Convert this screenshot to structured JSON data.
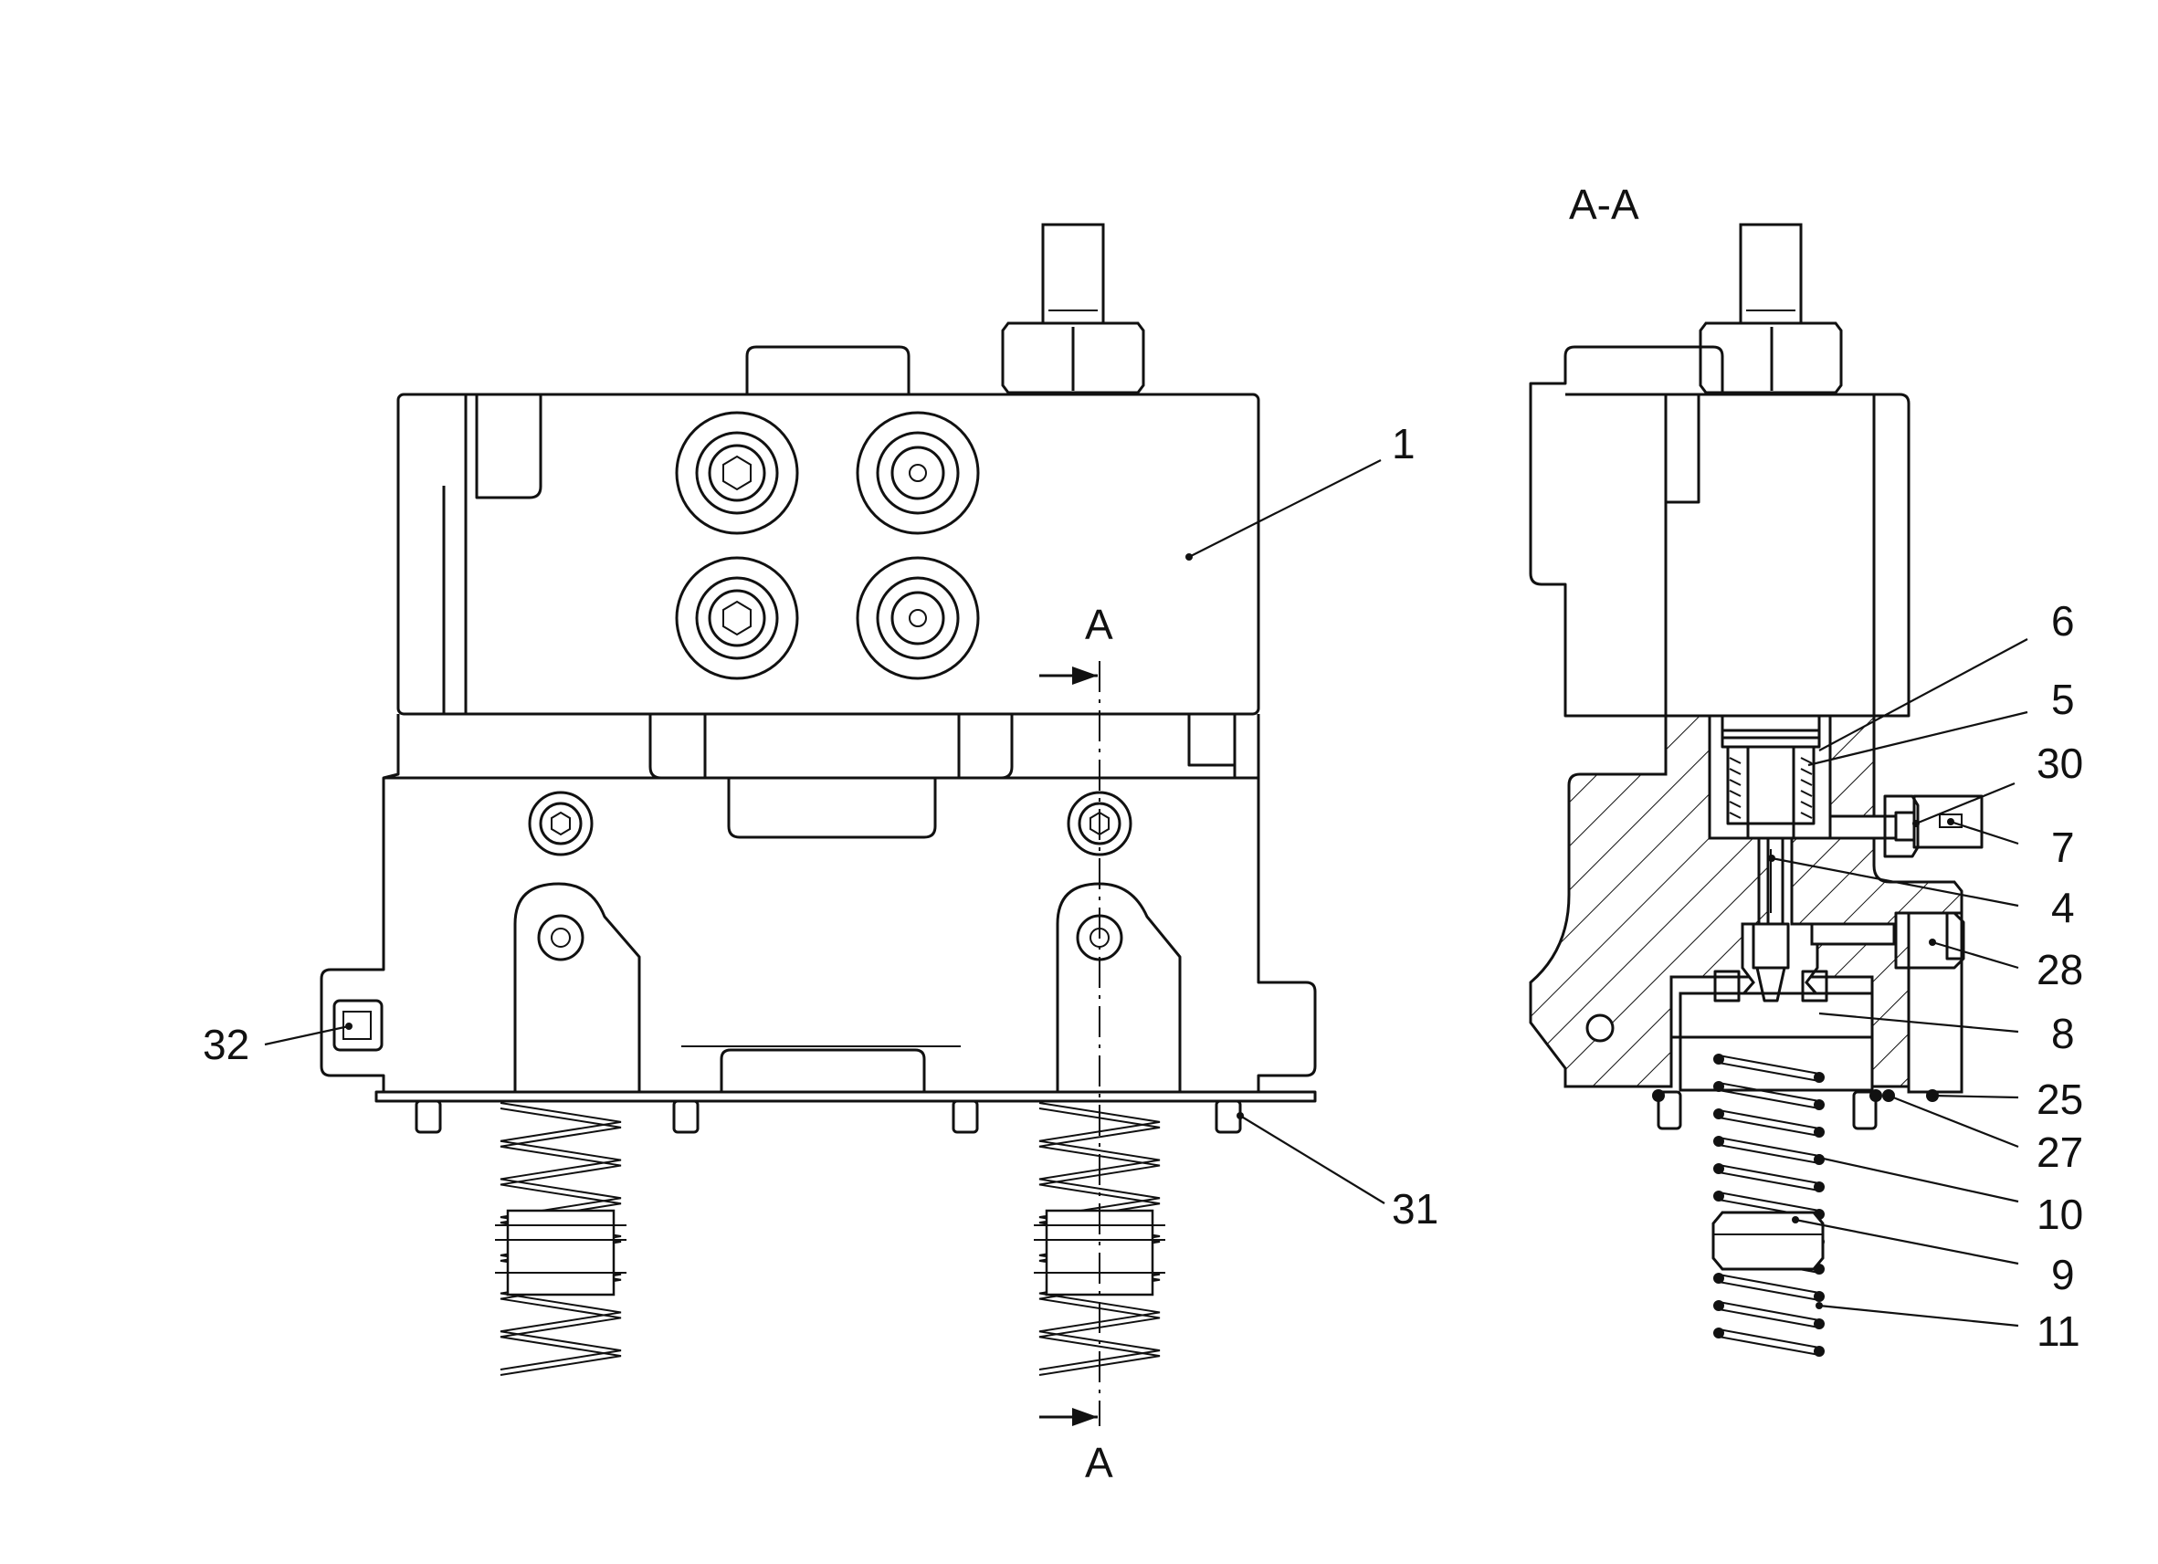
{
  "section_title": "A-A",
  "section_markers": {
    "top": "A",
    "bottom": "A"
  },
  "callouts": [
    {
      "id": "c1",
      "text": "1"
    },
    {
      "id": "c6",
      "text": "6"
    },
    {
      "id": "c5",
      "text": "5"
    },
    {
      "id": "c30",
      "text": "30"
    },
    {
      "id": "c7",
      "text": "7"
    },
    {
      "id": "c4",
      "text": "4"
    },
    {
      "id": "c28",
      "text": "28"
    },
    {
      "id": "c8",
      "text": "8"
    },
    {
      "id": "c25",
      "text": "25"
    },
    {
      "id": "c27",
      "text": "27"
    },
    {
      "id": "c10",
      "text": "10"
    },
    {
      "id": "c9",
      "text": "9"
    },
    {
      "id": "c11",
      "text": "11"
    },
    {
      "id": "c31",
      "text": "31"
    },
    {
      "id": "c32",
      "text": "32"
    }
  ]
}
